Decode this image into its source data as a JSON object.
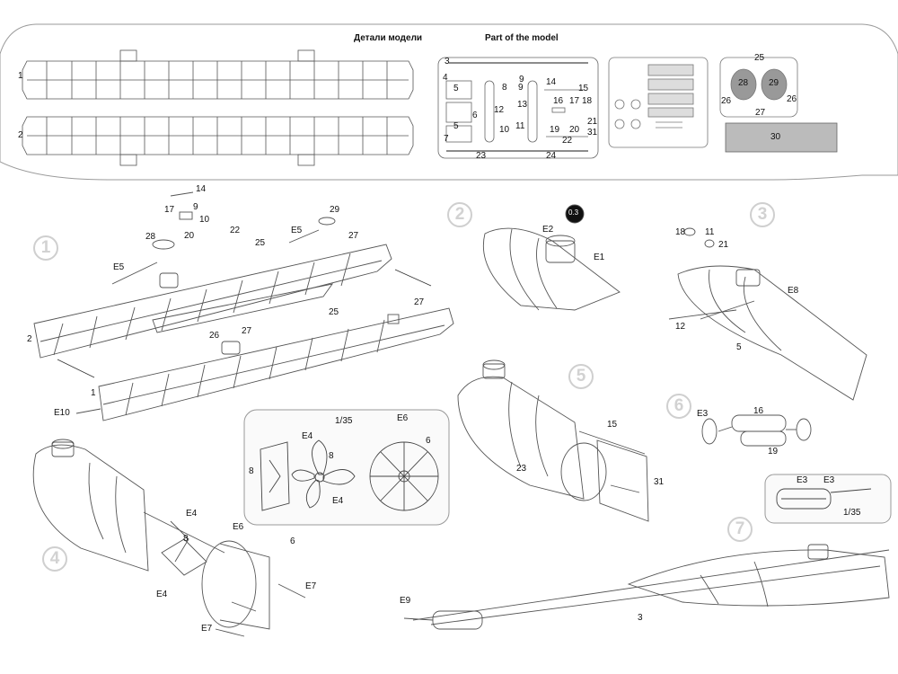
{
  "header": {
    "title_ru": "Детали модели",
    "title_en": "Part of the model"
  },
  "sprue_labels": {
    "hull_1": "1",
    "hull_2": "2",
    "p3": "3",
    "p4": "4",
    "p5": "5",
    "p5b": "5",
    "p6": "6",
    "p7": "7",
    "p8": "8",
    "p9a": "9",
    "p9b": "9",
    "p10": "10",
    "p11": "11",
    "p12": "12",
    "p13": "13",
    "p14": "14",
    "p15": "15",
    "p16": "16",
    "p17": "17",
    "p18": "18",
    "p19": "19",
    "p20": "20",
    "p21": "21",
    "p22": "22",
    "p23": "23",
    "p24": "24",
    "p31": "31",
    "r25": "25",
    "r26a": "26",
    "r26b": "26",
    "r27": "27",
    "r28": "28",
    "r29": "29",
    "base30": "30"
  },
  "steps": [
    "1",
    "2",
    "3",
    "4",
    "5",
    "6",
    "7"
  ],
  "step1_labels": {
    "l14": "14",
    "l17": "17",
    "l9": "9",
    "l10": "10",
    "l22": "22",
    "l20": "20",
    "l28": "28",
    "l29": "29",
    "le5a": "E5",
    "le5b": "E5",
    "l27a": "27",
    "l25a": "25",
    "l2": "2",
    "l1": "1",
    "le10": "E10",
    "l26": "26",
    "l27b": "27",
    "l25b": "25",
    "l27c": "27"
  },
  "step2_labels": {
    "e2": "E2",
    "e1": "E1",
    "icon": "0.3"
  },
  "step3_labels": {
    "l18": "18",
    "l11": "11",
    "l21": "21",
    "e8": "E8",
    "l12": "12",
    "l5": "5"
  },
  "step4_labels": {
    "e4a": "E4",
    "l8": "8",
    "e6": "E6",
    "l6": "6",
    "e4b": "E4",
    "e7a": "E7",
    "e7b": "E7"
  },
  "step5_labels": {
    "l15": "15",
    "l23": "23",
    "l31": "31"
  },
  "step6_labels": {
    "e3": "E3",
    "l16": "16",
    "l19": "19"
  },
  "step7_labels": {
    "e9": "E9",
    "l3": "3"
  },
  "detail_box": {
    "scale": "1/35",
    "e4a": "E4",
    "e4b": "E4",
    "l8a": "8",
    "l8b": "8",
    "e6": "E6",
    "l6": "6"
  },
  "detail_box2": {
    "e3a": "E3",
    "e3b": "E3",
    "scale": "1/35"
  }
}
